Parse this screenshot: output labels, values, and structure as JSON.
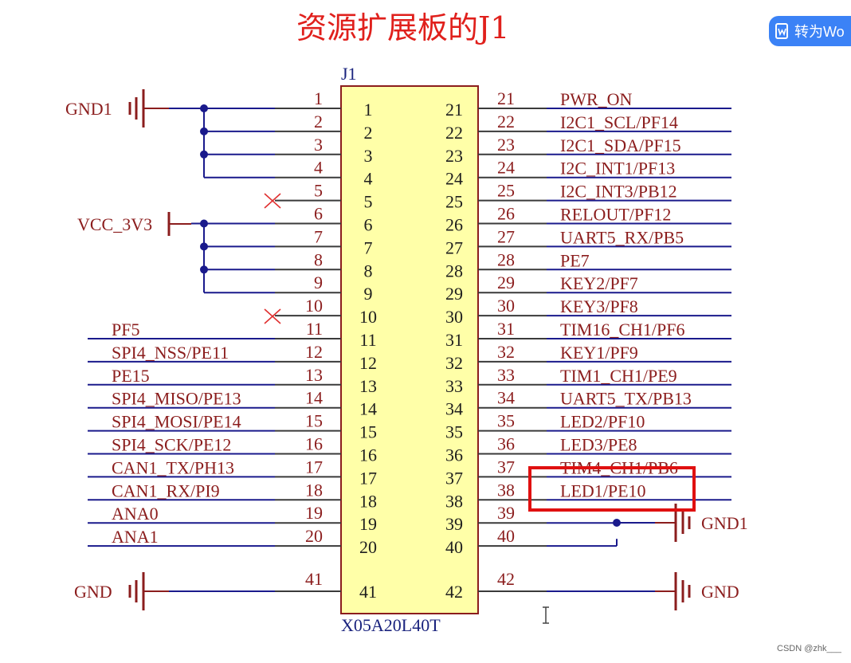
{
  "title": "资源扩展板的J1",
  "convert_button": {
    "label": "转为Wo",
    "icon": "document-icon"
  },
  "watermark": "CSDN @zhk___",
  "colors": {
    "wire": "#1a1a8c",
    "pin": "#3a3a3a",
    "text": "#8b1d1d",
    "body_fill": "#ffffa8",
    "body_stroke": "#8b1d1d",
    "title": "#e0201c",
    "highlight": "#e01010",
    "button": "#3b82f6"
  },
  "component": {
    "designator": "J1",
    "part": "X05A20L40T"
  },
  "left_pins": [
    {
      "num": "1",
      "net": ""
    },
    {
      "num": "2",
      "net": ""
    },
    {
      "num": "3",
      "net": ""
    },
    {
      "num": "4",
      "net": ""
    },
    {
      "num": "5",
      "net": ""
    },
    {
      "num": "6",
      "net": ""
    },
    {
      "num": "7",
      "net": ""
    },
    {
      "num": "8",
      "net": ""
    },
    {
      "num": "9",
      "net": ""
    },
    {
      "num": "10",
      "net": ""
    },
    {
      "num": "11",
      "net": "PF5"
    },
    {
      "num": "12",
      "net": "SPI4_NSS/PE11"
    },
    {
      "num": "13",
      "net": "PE15"
    },
    {
      "num": "14",
      "net": "SPI4_MISO/PE13"
    },
    {
      "num": "15",
      "net": "SPI4_MOSI/PE14"
    },
    {
      "num": "16",
      "net": "SPI4_SCK/PE12"
    },
    {
      "num": "17",
      "net": "CAN1_TX/PH13"
    },
    {
      "num": "18",
      "net": "CAN1_RX/PI9"
    },
    {
      "num": "19",
      "net": "ANA0"
    },
    {
      "num": "20",
      "net": "ANA1"
    }
  ],
  "right_pins": [
    {
      "num": "21",
      "net": "PWR_ON"
    },
    {
      "num": "22",
      "net": "I2C1_SCL/PF14"
    },
    {
      "num": "23",
      "net": "I2C1_SDA/PF15"
    },
    {
      "num": "24",
      "net": "I2C_INT1/PF13"
    },
    {
      "num": "25",
      "net": "I2C_INT3/PB12"
    },
    {
      "num": "26",
      "net": "RELOUT/PF12"
    },
    {
      "num": "27",
      "net": "UART5_RX/PB5"
    },
    {
      "num": "28",
      "net": "PE7"
    },
    {
      "num": "29",
      "net": "KEY2/PF7"
    },
    {
      "num": "30",
      "net": "KEY3/PF8"
    },
    {
      "num": "31",
      "net": "TIM16_CH1/PF6"
    },
    {
      "num": "32",
      "net": "KEY1/PF9"
    },
    {
      "num": "33",
      "net": "TIM1_CH1/PE9"
    },
    {
      "num": "34",
      "net": "UART5_TX/PB13"
    },
    {
      "num": "35",
      "net": "LED2/PF10"
    },
    {
      "num": "36",
      "net": "LED3/PE8"
    },
    {
      "num": "37",
      "net": "TIM4_CH1/PB6"
    },
    {
      "num": "38",
      "net": "LED1/PE10"
    },
    {
      "num": "39",
      "net": ""
    },
    {
      "num": "40",
      "net": ""
    }
  ],
  "bottom_pins": {
    "left": "41",
    "right": "42"
  },
  "power": {
    "gnd1_left": "GND1",
    "vcc": "VCC_3V3",
    "gnd1_right": "GND1",
    "gnd_left": "GND",
    "gnd_right": "GND"
  },
  "highlighted_net": "LED1/PE10"
}
